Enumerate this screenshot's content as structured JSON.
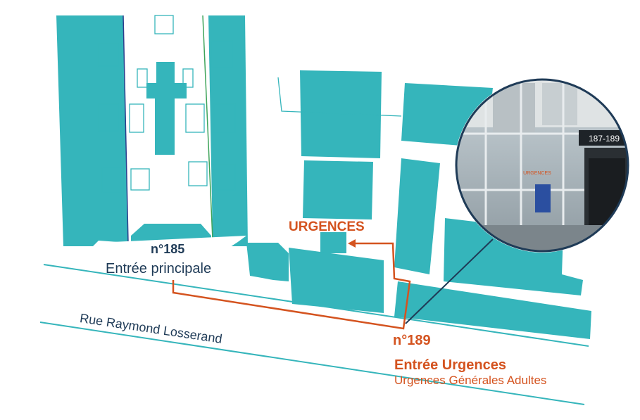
{
  "colors": {
    "building": "#35b5bb",
    "road_line": "#35b5bb",
    "route": "#d4531f",
    "text_dark": "#1f3b57",
    "text_accent": "#d4531f",
    "background": "#ffffff"
  },
  "labels": {
    "urgences_heading": "URGENCES",
    "main_number": "n°185",
    "main_entrance": "Entrée principale",
    "street_name": "Rue Raymond Losserand",
    "er_number": "n°189",
    "er_entrance": "Entrée Urgences",
    "er_service": "Urgences Générales Adultes"
  },
  "photo_inset": {
    "address_sign": "187-189",
    "door_sign": "URGENCES"
  },
  "icons": {
    "route_arrow": "arrow-right-icon"
  }
}
